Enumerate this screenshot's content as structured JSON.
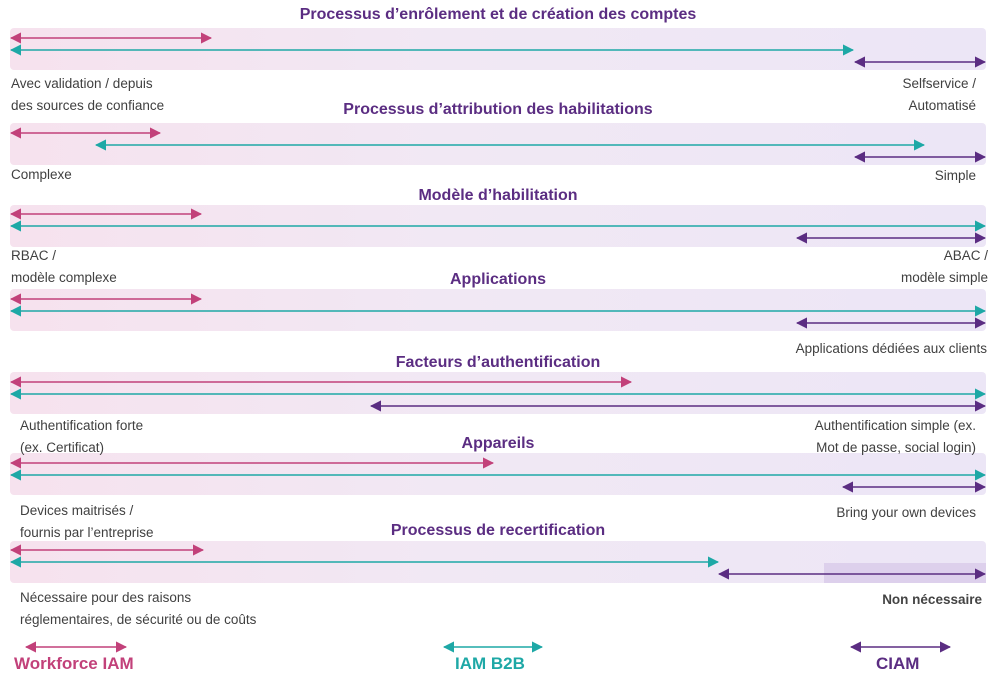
{
  "colors": {
    "workforce": "#c2417a",
    "b2b": "#1ea8a6",
    "ciam": "#5b2d82"
  },
  "sections": [
    {
      "title": "Processus d’enrôlement et de création des comptes",
      "left_label": [
        "Avec validation / depuis",
        "des sources de confiance"
      ],
      "right_label": [
        "Selfservice /",
        "Automatisé"
      ]
    },
    {
      "title": "Processus d’attribution des habilitations",
      "left_label": [
        "Complexe"
      ],
      "right_label": [
        "Simple"
      ]
    },
    {
      "title": "Modèle d’habilitation",
      "left_label": [
        "RBAC /",
        "modèle complexe"
      ],
      "right_label": [
        "ABAC /",
        "modèle simple"
      ]
    },
    {
      "title": "Applications",
      "left_label": [],
      "right_label": [
        "Applications dédiées aux clients"
      ]
    },
    {
      "title": "Facteurs d’authentification",
      "left_label": [
        "Authentification forte",
        "(ex. Certificat)"
      ],
      "right_label": [
        "Authentification simple (ex.",
        "Mot de passe, social login)"
      ]
    },
    {
      "title": "Appareils",
      "left_label": [
        "Devices maitrisés /",
        "fournis par l’entreprise"
      ],
      "right_label": [
        "Bring your own devices"
      ]
    },
    {
      "title": "Processus de recertification",
      "left_label": [
        "Nécessaire pour des raisons",
        "réglementaires, de sécurité ou de coûts"
      ],
      "right_label": [
        "Non nécessaire"
      ]
    }
  ],
  "legend": {
    "workforce": "Workforce IAM",
    "b2b": "IAM B2B",
    "ciam": "CIAM"
  }
}
